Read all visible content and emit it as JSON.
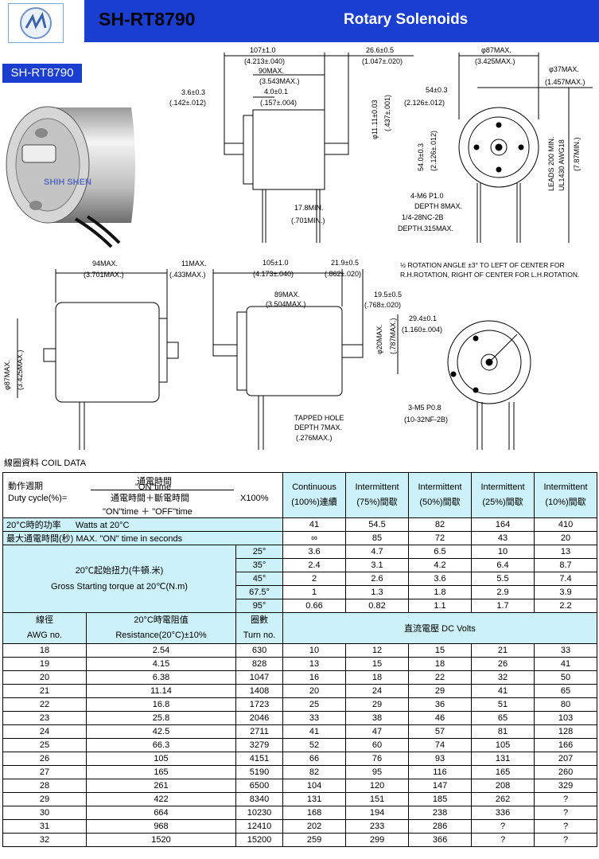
{
  "header": {
    "model": "SH-RT8790",
    "subtitle": "Rotary Solenoids",
    "tag": "SH-RT8790"
  },
  "drawing": {
    "dims_top": [
      "107±1.0",
      "(4.213±.040)",
      "90MAX.",
      "(3.543MAX.)",
      "4.0±0.1",
      "(.157±.004)",
      "3.6±0.3",
      "(.142±.012)",
      "26.6±0.5",
      "(1.047±.020)",
      "17.8MIN.",
      "(.701MIN.)",
      "φ11.11±0.03",
      "(.437±.001)"
    ],
    "dims_right": [
      "φ87MAX.",
      "(3.425MAX.)",
      "φ37MAX.",
      "(1.457MAX.)",
      "54±0.3",
      "(2.126±.012)",
      "54.0±0.3",
      "(2.126±.012)",
      "4-M6 P1.0",
      "DEPTH 8MAX.",
      "1/4-28NC-2B",
      "DEPTH.315MAX.",
      "LEADS 200 MIN.",
      "UL1430 AWG18",
      "(7.87MIN.)"
    ],
    "dims_bottom": [
      "94MAX.",
      "(3.701MAX.)",
      "11MAX.",
      "(.433MAX.)",
      "105±1.0",
      "(4.173±.040)",
      "21.9±0.5",
      "(.862±.020)",
      "89MAX.",
      "(3.504MAX.)",
      "19.5±0.5",
      "(.768±.020)",
      "φ20MAX.",
      "(.787MAX.)",
      "φ87MAX.",
      "(3.425MAX.)",
      "TAPPED HOLE",
      "DEPTH 7MAX.",
      "(.276MAX.)",
      "29.4±0.1",
      "(1.160±.004)",
      "3-M5 P0.8",
      "(10-32NF-2B)"
    ],
    "note_line1": "½ ROTATION ANGLE ±3° TO LEFT OF CENTER FOR",
    "note_line2": "R.H.ROTATION, RIGHT OF CENTER FOR L.H.ROTATION.",
    "watermark": "SHIH SHEN"
  },
  "coil_heading": "線圈資料 COIL DATA",
  "duty": {
    "label_cn": "動作週期",
    "label": "Duty cycle(%)=",
    "num": "通電時間",
    "num_en": "\"ON\"time",
    "den": "通電時間＋斷電時間",
    "den_en": "\"ON\"time ＋ \"OFF\"time",
    "x100": "X100%"
  },
  "columns": [
    {
      "l1": "Continuous",
      "l2": "(100%)連續"
    },
    {
      "l1": "Intermittent",
      "l2": "(75%)間歇"
    },
    {
      "l1": "Intermittent",
      "l2": "(50%)間歇"
    },
    {
      "l1": "Intermittent",
      "l2": "(25%)間歇"
    },
    {
      "l1": "Intermittent",
      "l2": "(10%)間歇"
    }
  ],
  "watts": {
    "label_cn": "20°C時的功率",
    "label": "Watts at 20°C",
    "values": [
      "41",
      "54.5",
      "82",
      "164",
      "410"
    ]
  },
  "maxon": {
    "label": "最大通電時間(秒) MAX. \"ON\" time in seconds",
    "values": [
      "∞",
      "85",
      "72",
      "43",
      "20"
    ]
  },
  "torque": {
    "label_cn": "20℃起始扭力(牛頓.米)",
    "label": "Gross Starting torque at 20℃(N.m)",
    "rows": [
      {
        "angle": "25°",
        "values": [
          "3.6",
          "4.7",
          "6.5",
          "10",
          "13"
        ]
      },
      {
        "angle": "35°",
        "values": [
          "2.4",
          "3.1",
          "4.2",
          "6.4",
          "8.7"
        ]
      },
      {
        "angle": "45°",
        "values": [
          "2",
          "2.6",
          "3.6",
          "5.5",
          "7.4"
        ]
      },
      {
        "angle": "67.5°",
        "values": [
          "1",
          "1.3",
          "1.8",
          "2.9",
          "3.9"
        ]
      },
      {
        "angle": "95°",
        "values": [
          "0.66",
          "0.82",
          "1.1",
          "1.7",
          "2.2"
        ]
      }
    ]
  },
  "coil_head": {
    "awg_cn": "線徑",
    "awg": "AWG no.",
    "res_cn": "20°C時電阻值",
    "res": "Resistance(20°C)±10%",
    "turn_cn": "圈數",
    "turn": "Turn no.",
    "volts": "直流電壓 DC Volts"
  },
  "coil_rows": [
    [
      "18",
      "2.54",
      "630",
      "10",
      "12",
      "15",
      "21",
      "33"
    ],
    [
      "19",
      "4.15",
      "828",
      "13",
      "15",
      "18",
      "26",
      "41"
    ],
    [
      "20",
      "6.38",
      "1047",
      "16",
      "18",
      "22",
      "32",
      "50"
    ],
    [
      "21",
      "11.14",
      "1408",
      "20",
      "24",
      "29",
      "41",
      "65"
    ],
    [
      "22",
      "16.8",
      "1723",
      "25",
      "29",
      "36",
      "51",
      "80"
    ],
    [
      "23",
      "25.8",
      "2046",
      "33",
      "38",
      "46",
      "65",
      "103"
    ],
    [
      "24",
      "42.5",
      "2711",
      "41",
      "47",
      "57",
      "81",
      "128"
    ],
    [
      "25",
      "66.3",
      "3279",
      "52",
      "60",
      "74",
      "105",
      "166"
    ],
    [
      "26",
      "105",
      "4151",
      "66",
      "76",
      "93",
      "131",
      "207"
    ],
    [
      "27",
      "165",
      "5190",
      "82",
      "95",
      "116",
      "165",
      "260"
    ],
    [
      "28",
      "261",
      "6500",
      "104",
      "120",
      "147",
      "208",
      "329"
    ],
    [
      "29",
      "422",
      "8340",
      "131",
      "151",
      "185",
      "262",
      "?"
    ],
    [
      "30",
      "664",
      "10230",
      "168",
      "194",
      "238",
      "336",
      "?"
    ],
    [
      "31",
      "968",
      "12410",
      "202",
      "233",
      "286",
      "?",
      "?"
    ],
    [
      "32",
      "1520",
      "15200",
      "259",
      "299",
      "366",
      "?",
      "?"
    ]
  ],
  "colors": {
    "brand_blue": "#1a3fd0",
    "cell_cyan": "#cdf1f8"
  }
}
